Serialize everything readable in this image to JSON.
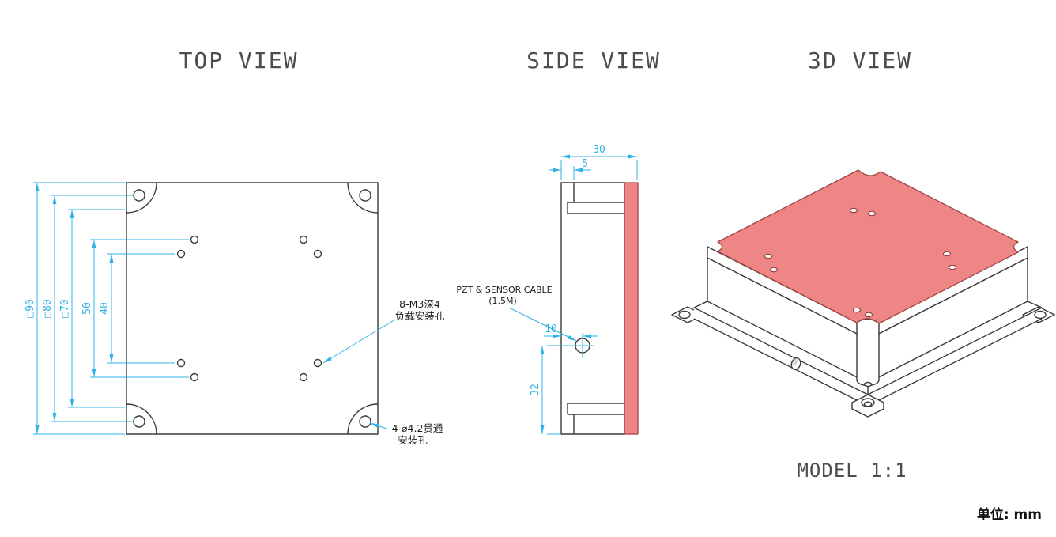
{
  "page": {
    "unit_label": "单位: mm",
    "colors": {
      "drawing_line": "#3a3a3a",
      "dimension_line": "#2fb3e8",
      "highlight_fill": "#ee8686",
      "highlight_edge": "#a04444"
    }
  },
  "top_view": {
    "title": "TOP VIEW",
    "dim_90": "□90",
    "dim_80": "□80",
    "dim_70": "□70",
    "dim_50": "50",
    "dim_40": "40",
    "callout_m3": {
      "line1": "8-M3深4",
      "line2": "负载安装孔"
    },
    "callout_through": {
      "line1": "4-⌀4.2贯通",
      "line2": "安装孔"
    }
  },
  "side_view": {
    "title": "SIDE VIEW",
    "dim_30": "30",
    "dim_5": "5",
    "dim_10": "10",
    "dim_32": "32",
    "cable_callout": {
      "line1": "PZT & SENSOR CABLE",
      "line2": "(1.5M)"
    }
  },
  "iso_view": {
    "title": "3D VIEW",
    "scale_label": "MODEL 1:1"
  }
}
